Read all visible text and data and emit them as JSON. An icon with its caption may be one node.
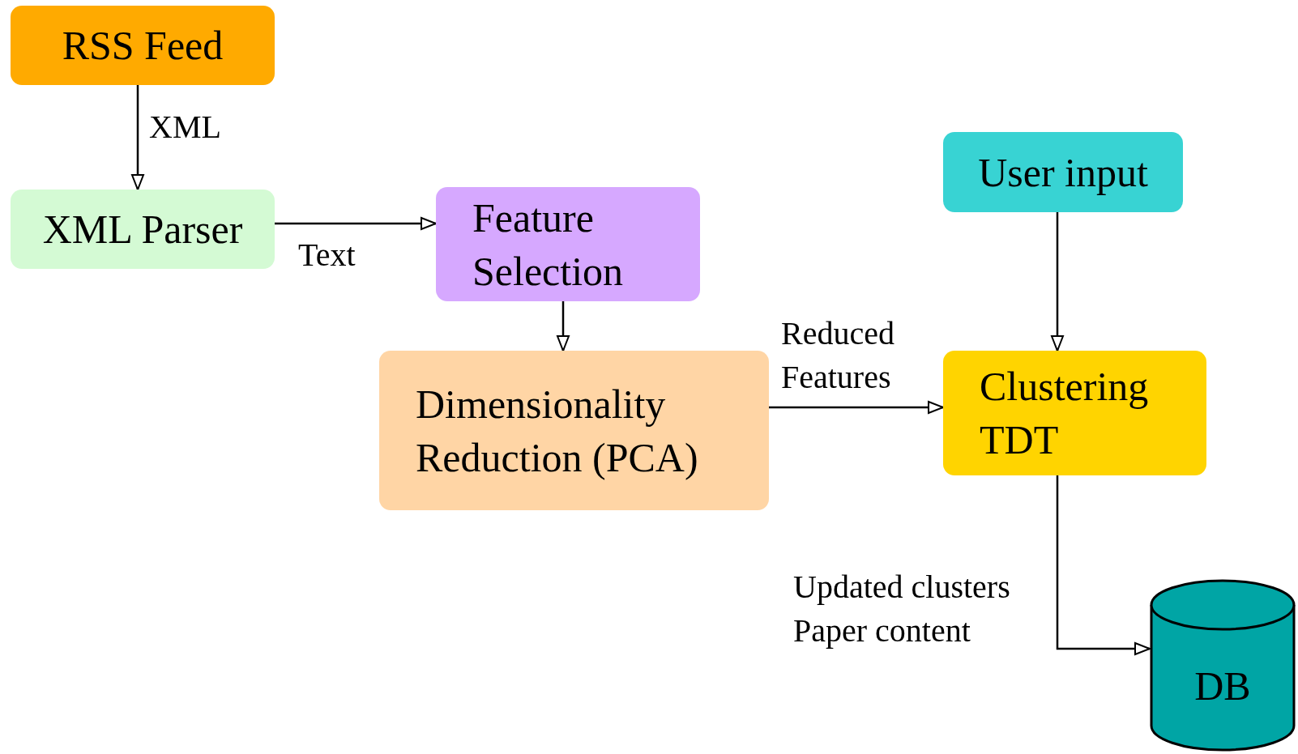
{
  "diagram": {
    "nodes": [
      {
        "text": [
          "RSS Feed"
        ]
      },
      {
        "text": [
          "XML Parser"
        ]
      },
      {
        "text": [
          "Feature Selection"
        ]
      },
      {
        "text": [
          "Dimensionality Reduction (PCA)"
        ]
      },
      {
        "text": [
          "User input"
        ]
      },
      {
        "text": [
          "Clustering TDT"
        ]
      },
      {
        "text": [
          "DB"
        ]
      }
    ],
    "edges": [
      {
        "from": 0,
        "to": 1,
        "arrow": "to",
        "label": "XML"
      },
      {
        "from": 1,
        "to": 2,
        "arrow": "to",
        "label": "Text"
      },
      {
        "from": 2,
        "to": 3,
        "arrow": "to"
      },
      {
        "from": 3,
        "to": 5,
        "arrow": "to",
        "label": "Reduced Features"
      },
      {
        "from": 4,
        "to": 5,
        "arrow": "to"
      },
      {
        "from": 5,
        "to": 6,
        "arrow": "to",
        "label": "Updated clusters Paper content"
      }
    ]
  }
}
